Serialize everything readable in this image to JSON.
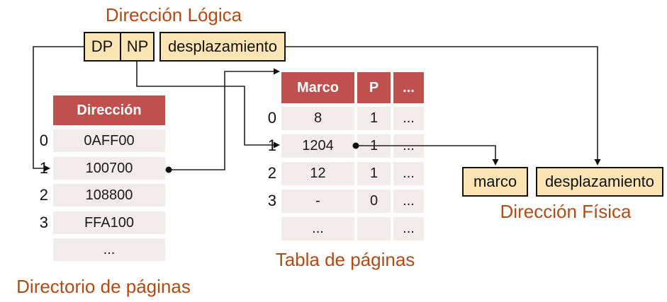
{
  "titles": {
    "logical": "Dirección Lógica",
    "physical": "Dirección Física"
  },
  "logical_address": {
    "dp": "DP",
    "np": "NP",
    "offset": "desplazamiento"
  },
  "directory": {
    "caption": "Directorio de páginas",
    "header": "Dirección",
    "indices": [
      "0",
      "1",
      "2",
      "3"
    ],
    "rows": [
      "0AFF00",
      "100700",
      "108800",
      "FFA100",
      "..."
    ]
  },
  "page_table": {
    "caption": "Tabla de páginas",
    "headers": [
      "Marco",
      "P",
      "..."
    ],
    "indices": [
      "0",
      "1",
      "2",
      "3"
    ],
    "rows": [
      [
        "8",
        "1",
        "..."
      ],
      [
        "1204",
        "1",
        "..."
      ],
      [
        "12",
        "1",
        "..."
      ],
      [
        "-",
        "0",
        "..."
      ],
      [
        "...",
        "",
        "..."
      ]
    ]
  },
  "physical_address": {
    "marco": "marco",
    "offset": "desplazamiento"
  },
  "colors": {
    "header_red": "#C0504D",
    "row_pink": "#F2ECEB",
    "box_cream": "#FBE5B5",
    "caption_brown": "#B04A17",
    "line": "#212121"
  }
}
